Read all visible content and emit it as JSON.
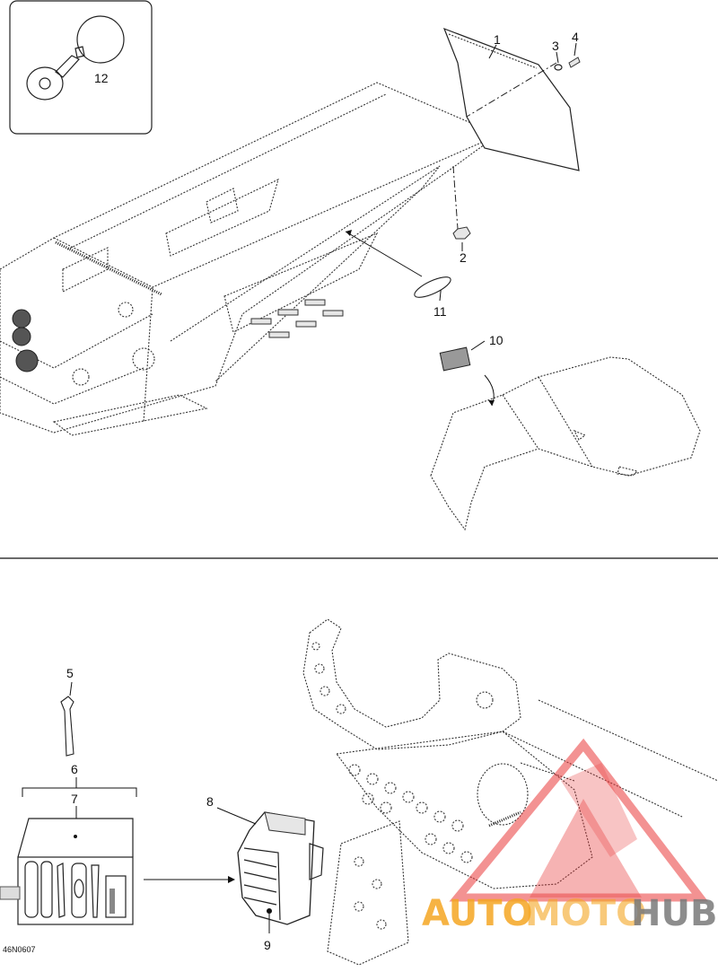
{
  "callouts": {
    "c1": "1",
    "c2": "2",
    "c3": "3",
    "c4": "4",
    "c5": "5",
    "c6": "6",
    "c7": "7",
    "c8": "8",
    "c9": "9",
    "c10": "10",
    "c11": "11",
    "c12": "12"
  },
  "diagram_code": "46N0607",
  "watermark": {
    "part1": "AUTO",
    "part2": "MOTO",
    "part3": "HUB"
  },
  "colors": {
    "watermark_red": "#e8393a",
    "watermark_orange": "#f5a623",
    "watermark_gray": "#7a7a7a"
  }
}
